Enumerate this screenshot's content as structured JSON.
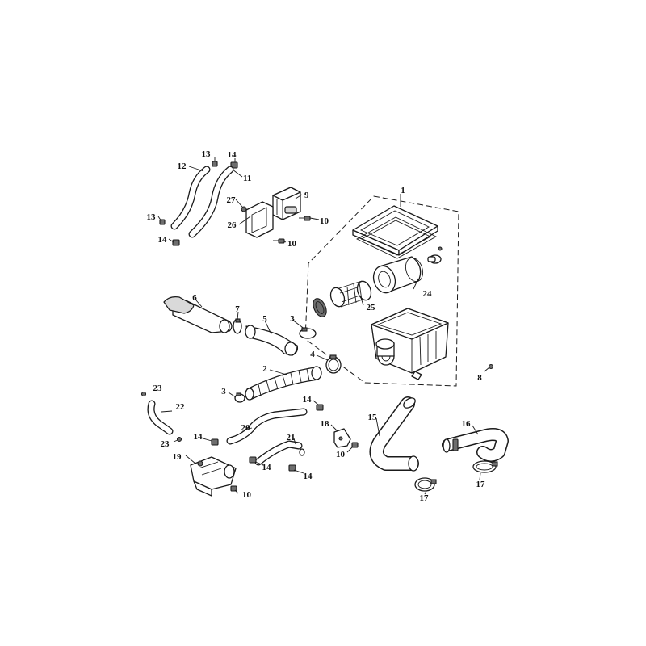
{
  "callouts": {
    "c1": "1",
    "c2": "2",
    "c3a": "3",
    "c3b": "3",
    "c4": "4",
    "c5": "5",
    "c6": "6",
    "c7": "7",
    "c8": "8",
    "c9": "9",
    "c10a": "10",
    "c10b": "10",
    "c10c": "10",
    "c10d": "10",
    "c11": "11",
    "c12": "12",
    "c13a": "13",
    "c13b": "13",
    "c14a": "14",
    "c14b": "14",
    "c14c": "14",
    "c14d": "14",
    "c14e": "14",
    "c14f": "14",
    "c15": "15",
    "c16": "16",
    "c17a": "17",
    "c17b": "17",
    "c18": "18",
    "c19": "19",
    "c20": "20",
    "c21": "21",
    "c22": "22",
    "c23a": "23",
    "c23b": "23",
    "c24": "24",
    "c25": "25",
    "c26": "26",
    "c27": "27"
  },
  "colors": {
    "line": "#1a1a1a",
    "fill": "#ffffff",
    "shade": "#d9d9d9"
  }
}
